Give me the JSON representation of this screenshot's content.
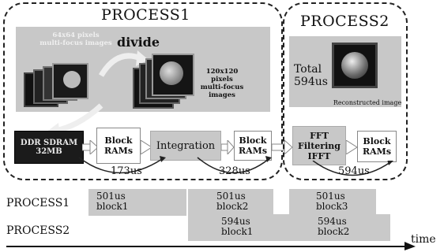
{
  "process1": {
    "title": "PROCESS1",
    "divide_label": "divide",
    "input_images_label": "64x64 pixels\nmulti-focus images",
    "output_images_label": "120x120\npixels\nmulti-focus\nimages",
    "ddr_label": "DDR SDRAM\n32MB",
    "block_rams_1": "Block\nRAMs",
    "integration": "Integration",
    "block_rams_2": "Block\nRAMs",
    "time_1": "173us",
    "time_2": "328us"
  },
  "process2": {
    "title": "PROCESS2",
    "total_label": "Total\n594us",
    "reconstructed_label": "Reconstructed image",
    "fft_label": "FFT\nFiltering\nIFFT",
    "block_rams": "Block\nRAMs",
    "time": "594us"
  },
  "timeline": {
    "rows": [
      "PROCESS1",
      "PROCESS2"
    ],
    "axis_label": "time",
    "process1_blocks": [
      {
        "time": "501us",
        "name": "block1"
      },
      {
        "time": "501us",
        "name": "block2"
      },
      {
        "time": "501us",
        "name": "block3"
      }
    ],
    "process2_blocks": [
      {
        "time": "594us",
        "name": "block1"
      },
      {
        "time": "594us",
        "name": "block2"
      }
    ]
  }
}
